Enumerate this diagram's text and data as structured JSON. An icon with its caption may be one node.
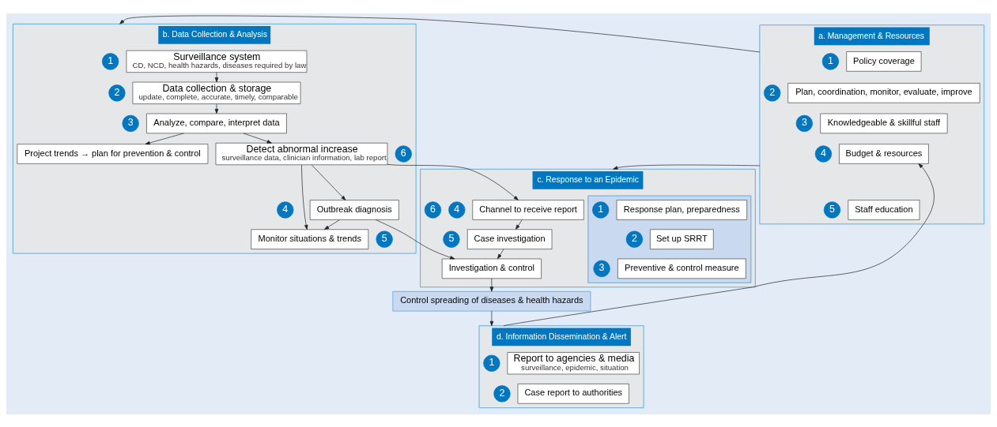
{
  "diagram": {
    "nodes": [
      {
        "text": [
          "b. Data Collection & Analysis"
        ]
      },
      {
        "text": [
          "1"
        ],
        "in": 0
      },
      {
        "text": [
          "Surveillance system",
          "CD, NCD, health hazards, diseases required by law"
        ],
        "in": 0
      },
      {
        "text": [
          "2"
        ],
        "in": 0
      },
      {
        "text": [
          "Data collection & storage",
          "update, complete, accurate, timely, comparable"
        ],
        "in": 0
      },
      {
        "text": [
          "3"
        ],
        "in": 0
      },
      {
        "text": [
          "Analyze, compare, interpret data"
        ],
        "in": 0
      },
      {
        "text": [
          "Detect abnormal increase",
          "surveillance data, clinician information, lab report"
        ],
        "in": 0
      },
      {
        "text": [
          "4"
        ],
        "in": 0
      },
      {
        "text": [
          "Outbreak diagnosis"
        ],
        "in": 0
      },
      {
        "text": [
          "Monitor situations & trends"
        ],
        "in": 0
      },
      {
        "text": [
          "5"
        ],
        "in": 0
      },
      {
        "text": [
          "Project trends → plan for prevention & control"
        ],
        "in": 0
      },
      {
        "text": [
          "6"
        ],
        "in": 0
      },
      {
        "text": [
          "c. Response to an Epidemic"
        ]
      },
      {
        "text": [],
        "shape": "box",
        "in": 14
      },
      {
        "text": [
          "1"
        ],
        "in": 15
      },
      {
        "text": [
          "Response plan, preparedness"
        ],
        "in": 15
      },
      {
        "text": [
          "2"
        ],
        "in": 15
      },
      {
        "text": [
          "Set up SRRT"
        ],
        "in": 15
      },
      {
        "text": [
          "3"
        ],
        "in": 15
      },
      {
        "text": [
          "Preventive & control measure"
        ],
        "in": 15
      },
      {
        "text": [
          "4"
        ],
        "in": 14
      },
      {
        "text": [
          "Channel to receive report"
        ],
        "in": 14
      },
      {
        "text": [
          "5"
        ],
        "in": 14
      },
      {
        "text": [
          "Case investigation"
        ],
        "in": 14
      },
      {
        "text": [
          "6"
        ],
        "in": 14
      },
      {
        "text": [
          "Investigation & control"
        ],
        "in": 14
      },
      {
        "text": [
          "a. Management & Resources"
        ]
      },
      {
        "text": [
          "1"
        ],
        "in": 28
      },
      {
        "text": [
          "Policy coverage"
        ],
        "in": 28
      },
      {
        "text": [
          "2"
        ],
        "in": 28
      },
      {
        "text": [
          "Plan, coordination, monitor, evaluate, improve"
        ],
        "in": 28
      },
      {
        "text": [
          "3"
        ],
        "in": 28
      },
      {
        "text": [
          "Knowledgeable & skillful staff"
        ],
        "in": 28
      },
      {
        "text": [
          "4"
        ],
        "in": 28
      },
      {
        "text": [
          "Budget & resources"
        ],
        "in": 28
      },
      {
        "text": [
          "5"
        ],
        "in": 28
      },
      {
        "text": [
          "Staff education"
        ],
        "in": 28
      },
      {
        "text": [
          "Control spreading of diseases & health hazards"
        ]
      },
      {
        "text": [
          "d. Information Dissemination & Alert"
        ]
      },
      {
        "text": [
          "1"
        ],
        "in": 40
      },
      {
        "text": [
          "Report to agencies & media",
          "surveillance, epidemic, situation"
        ],
        "in": 40
      },
      {
        "text": [
          "2"
        ],
        "in": 40
      },
      {
        "text": [
          "Case report to authorities"
        ],
        "in": 40
      }
    ],
    "edges": [
      {
        "from": 2,
        "to": 4,
        "arrow": "to"
      },
      {
        "from": 4,
        "to": 6,
        "arrow": "to"
      },
      {
        "from": 6,
        "to": 7,
        "arrow": "to"
      },
      {
        "from": 7,
        "to": 9,
        "arrow": "to"
      },
      {
        "from": 7,
        "to": 10,
        "arrow": "to"
      },
      {
        "from": 7,
        "to": 23,
        "arrow": "to"
      },
      {
        "from": 6,
        "to": 12,
        "arrow": "to"
      },
      {
        "from": 9,
        "to": 10,
        "arrow": "to"
      },
      {
        "from": 9,
        "to": 27,
        "arrow": "to"
      },
      {
        "from": 23,
        "to": 25,
        "arrow": "to"
      },
      {
        "from": 25,
        "to": 27,
        "arrow": "to"
      },
      {
        "from": 27,
        "to": 39,
        "arrow": "to"
      },
      {
        "from": 39,
        "to": 40,
        "arrow": "to"
      },
      {
        "from": 40,
        "to": 36,
        "arrow": "to"
      },
      {
        "from": 28,
        "to": 0,
        "arrow": "to"
      },
      {
        "from": 28,
        "to": 14,
        "arrow": "to"
      }
    ]
  }
}
